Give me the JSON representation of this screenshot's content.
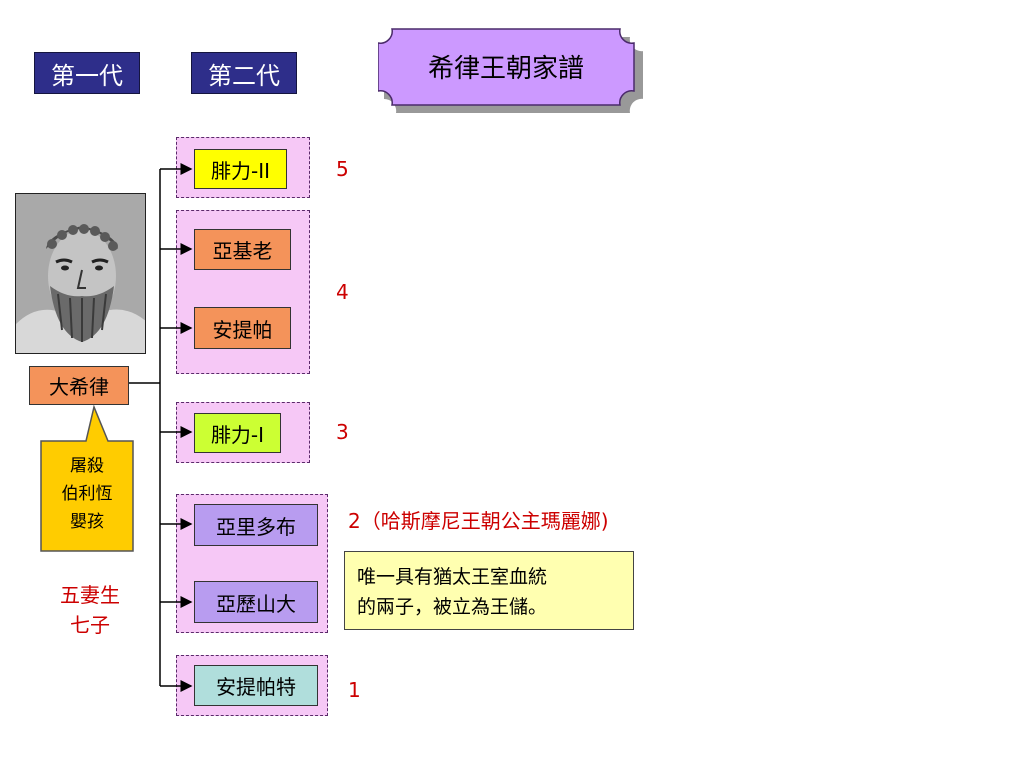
{
  "title": "希律王朝家譜",
  "generations": {
    "first": "第一代",
    "second": "第二代"
  },
  "root": {
    "name": "大希律"
  },
  "bubble": {
    "lines": [
      "屠殺",
      "伯利恆",
      "嬰孩"
    ]
  },
  "wives_note": {
    "lines": [
      "五妻生",
      "七子"
    ]
  },
  "children": [
    {
      "name": "腓力-II",
      "color": "#ffff00"
    },
    {
      "name": "亞基老",
      "color": "#f4935a"
    },
    {
      "name": "安提帕",
      "color": "#f4935a"
    },
    {
      "name": "腓力-I",
      "color": "#ccff33"
    },
    {
      "name": "亞里多布",
      "color": "#b89cf0"
    },
    {
      "name": "亞歷山大",
      "color": "#b89cf0"
    },
    {
      "name": "安提帕特",
      "color": "#b0dedc"
    }
  ],
  "wife_numbers": {
    "w5": "5",
    "w4": "4",
    "w3": "3",
    "w2": "2（哈斯摩尼王朝公主瑪麗娜)",
    "w1": "1"
  },
  "note": {
    "lines": [
      "唯一具有猶太王室血統",
      "的兩子，被立為王儲。"
    ]
  },
  "colors": {
    "generation_bg": "#2e2e8a",
    "title_bg": "#cc99ff",
    "group_bg": "#f6c8f6",
    "root_bg": "#f4935a",
    "bubble_bg": "#ffcc00",
    "note_bg": "#ffffb0",
    "accent_red": "#cc0000"
  },
  "portrait": {
    "icon": "herod-bust-portrait"
  }
}
